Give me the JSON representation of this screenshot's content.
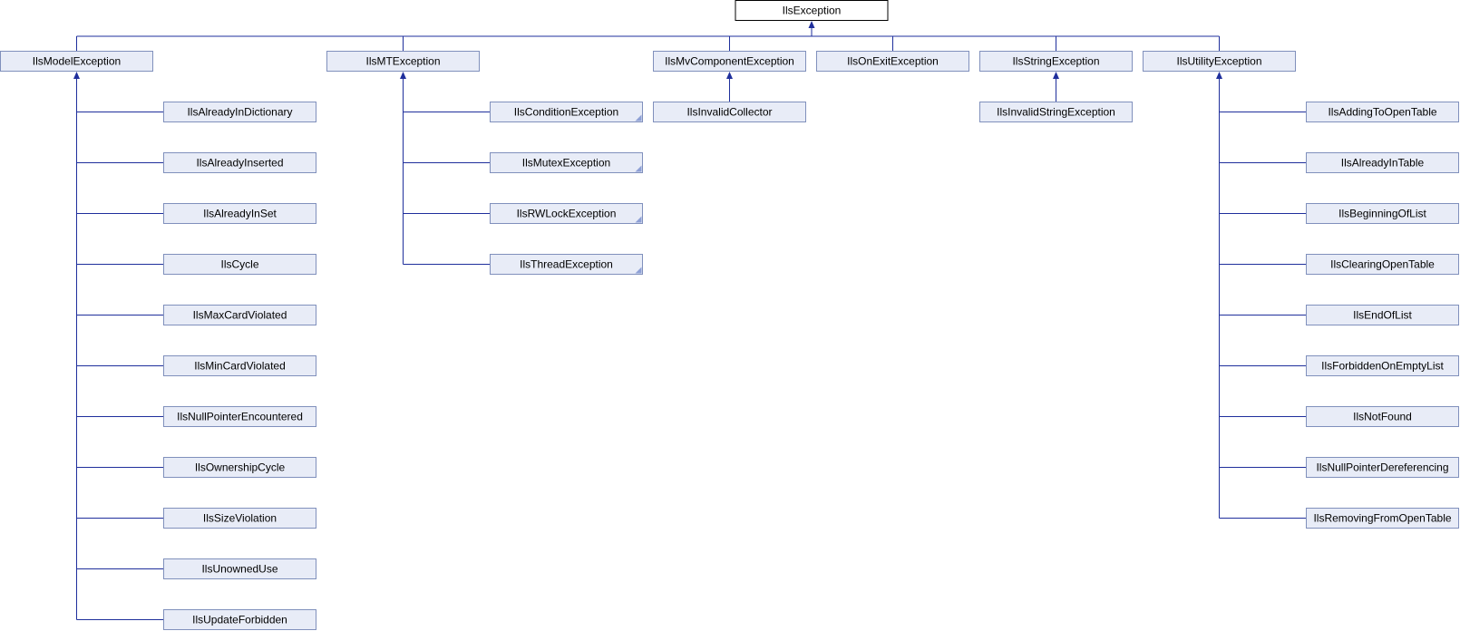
{
  "diagram": {
    "root": "IlsException",
    "groups": [
      {
        "name": "IlsModelException",
        "children": [
          "IlsAlreadyInDictionary",
          "IlsAlreadyInserted",
          "IlsAlreadyInSet",
          "IlsCycle",
          "IlsMaxCardViolated",
          "IlsMinCardViolated",
          "IlsNullPointerEncountered",
          "IlsOwnershipCycle",
          "IlsSizeViolation",
          "IlsUnownedUse",
          "IlsUpdateForbidden"
        ]
      },
      {
        "name": "IlsMTException",
        "children": [
          "IlsConditionException",
          "IlsMutexException",
          "IlsRWLockException",
          "IlsThreadException"
        ],
        "children_have_more": true
      },
      {
        "name": "IlsMvComponentException",
        "children": [
          "IlsInvalidCollector"
        ]
      },
      {
        "name": "IlsOnExitException",
        "children": []
      },
      {
        "name": "IlsStringException",
        "children": [
          "IlsInvalidStringException"
        ]
      },
      {
        "name": "IlsUtilityException",
        "children": [
          "IlsAddingToOpenTable",
          "IlsAlreadyInTable",
          "IlsBeginningOfList",
          "IlsClearingOpenTable",
          "IlsEndOfList",
          "IlsForbiddenOnEmptyList",
          "IlsNotFound",
          "IlsNullPointerDereferencing",
          "IlsRemovingFromOpenTable"
        ]
      }
    ]
  }
}
